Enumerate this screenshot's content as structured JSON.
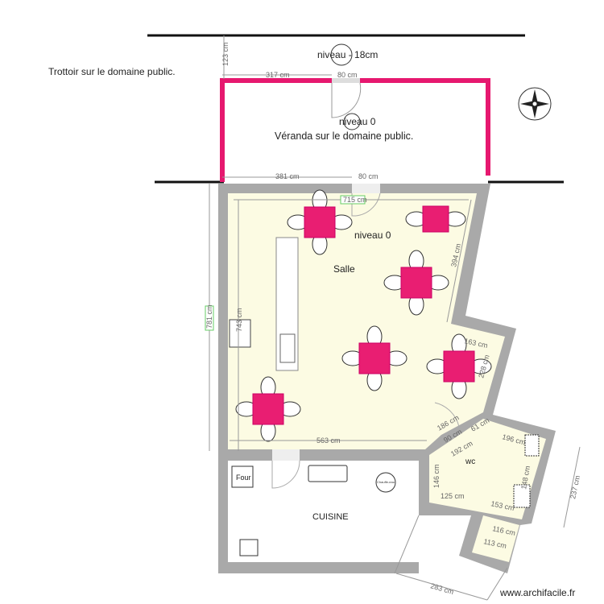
{
  "labels": {
    "trottoir": "Trottoir sur le domaine public.",
    "niveau_minus": "niveau - 18cm",
    "niveau_0_veranda": "niveau 0",
    "veranda": "Véranda sur le domaine public.",
    "niveau_0_salle": "niveau 0",
    "salle": "Salle",
    "cuisine": "CUISINE",
    "wc": "wc",
    "four": "Four",
    "chauffe_eau": "Chauffe-eau",
    "watermark": "www.archifacile.fr"
  },
  "dimensions": {
    "d123": "123 cm",
    "d317": "317 cm",
    "d80a": "80 cm",
    "d381": "381 cm",
    "d80b": "80 cm",
    "d715": "715 cm",
    "d394": "394 cm",
    "d781": "781 cm",
    "d743": "743 cm",
    "d163": "163 cm",
    "d228": "228 cm",
    "d186": "186 cm",
    "d90": "90 cm",
    "d192": "192 cm",
    "d61": "61 cm",
    "d563": "563 cm",
    "d196": "196 cm",
    "d146": "146 cm",
    "d125": "125 cm",
    "d153": "153 cm",
    "d148": "148 cm",
    "d237": "237 cm",
    "d116": "116 cm",
    "d113": "113 cm",
    "d283": "283 cm"
  },
  "colors": {
    "veranda_wall": "#e6186f",
    "table": "#e91e72",
    "wall": "#a9a9a9",
    "floor": "#fcfbe3"
  },
  "icons": [
    "compass-rose-icon",
    "door-icon",
    "sink-icon",
    "stove-icon",
    "radiator-icon",
    "toilet-icon",
    "washbasin-icon"
  ]
}
